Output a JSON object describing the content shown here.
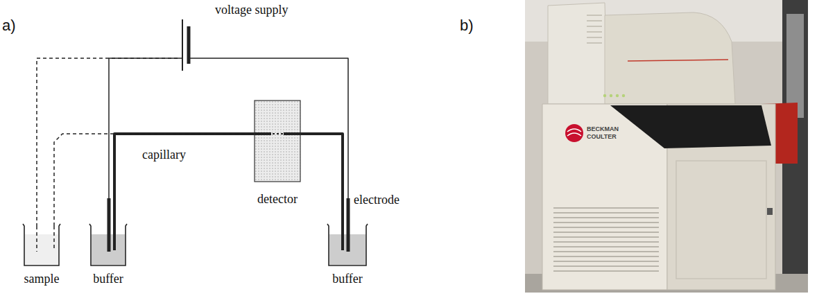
{
  "diagram": {
    "nodes": [
      {
        "text": [
          "voltage supply"
        ]
      },
      {
        "text": [
          "detector"
        ]
      },
      {
        "text": [
          "sample"
        ]
      },
      {
        "text": [
          "buffer"
        ]
      },
      {
        "text": [
          "buffer"
        ]
      }
    ],
    "edges": [
      {
        "from": 0,
        "to": 3,
        "arrow": "none"
      },
      {
        "from": 0,
        "to": 4,
        "arrow": "none"
      },
      {
        "from": 0,
        "to": 2,
        "arrow": "none"
      },
      {
        "from": 3,
        "to": 1,
        "label": "capillary",
        "arrow": "none"
      },
      {
        "from": 1,
        "to": 4,
        "arrow": "none"
      },
      {
        "from": 2,
        "to": 1,
        "arrow": "none"
      }
    ],
    "labels": [
      "a)",
      "b)",
      "electrode",
      "BECKMAN COULTER"
    ]
  }
}
